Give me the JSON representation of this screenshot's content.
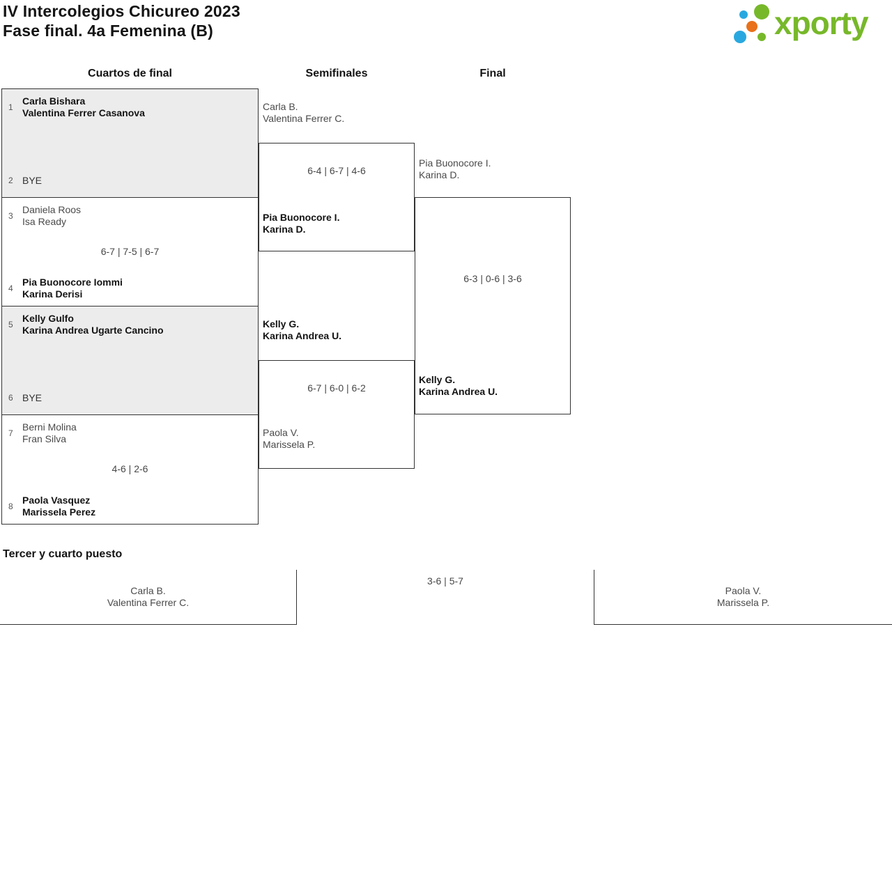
{
  "title": {
    "line1": "IV Intercolegios Chicureo 2023",
    "line2": "Fase final. 4a Femenina (B)"
  },
  "logo": {
    "text": "xporty",
    "green": "#77b82a",
    "blue": "#29a8e0",
    "orange": "#e8711a"
  },
  "round_headers": {
    "quarterfinals": "Cuartos de final",
    "semifinals": "Semifinales",
    "final": "Final"
  },
  "quarterfinals": [
    {
      "seed_top": "1",
      "team_top": [
        "Carla Bishara",
        "Valentina Ferrer Casanova"
      ],
      "seed_bottom": "2",
      "team_bottom": [
        "BYE"
      ],
      "score": "",
      "winner": "top"
    },
    {
      "seed_top": "3",
      "team_top": [
        "Daniela Roos",
        "Isa Ready"
      ],
      "seed_bottom": "4",
      "team_bottom": [
        "Pia Buonocore Iommi",
        "Karina Derisi"
      ],
      "score": "6-7 | 7-5 | 6-7",
      "winner": "bottom"
    },
    {
      "seed_top": "5",
      "team_top": [
        "Kelly Gulfo",
        "Karina Andrea Ugarte Cancino"
      ],
      "seed_bottom": "6",
      "team_bottom": [
        "BYE"
      ],
      "score": "",
      "winner": "top"
    },
    {
      "seed_top": "7",
      "team_top": [
        "Berni Molina",
        "Fran Silva"
      ],
      "seed_bottom": "8",
      "team_bottom": [
        "Paola Vasquez",
        "Marissela Perez"
      ],
      "score": "4-6 | 2-6",
      "winner": "bottom"
    }
  ],
  "semifinals": [
    {
      "team_top": [
        "Carla B.",
        "Valentina Ferrer C."
      ],
      "team_bottom": [
        "Pia Buonocore I.",
        "Karina D."
      ],
      "score": "6-4 | 6-7 | 4-6",
      "winner": "bottom"
    },
    {
      "team_top": [
        "Kelly G.",
        "Karina Andrea U."
      ],
      "team_bottom": [
        "Paola V.",
        "Marissela P."
      ],
      "score": "6-7 | 6-0 | 6-2",
      "winner": "top"
    }
  ],
  "final": {
    "team_top": [
      "Pia Buonocore I.",
      "Karina D."
    ],
    "team_bottom": [
      "Kelly G.",
      "Karina Andrea U."
    ],
    "score": "6-3 | 0-6 | 3-6",
    "winner": "bottom"
  },
  "third_place": {
    "heading": "Tercer y cuarto puesto",
    "team_left": [
      "Carla B.",
      "Valentina Ferrer C."
    ],
    "team_right": [
      "Paola V.",
      "Marissela P."
    ],
    "score": "3-6 | 5-7"
  }
}
